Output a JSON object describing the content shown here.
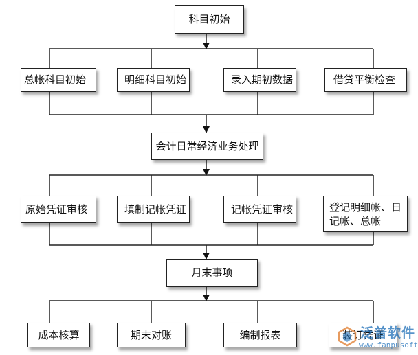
{
  "steps": {
    "start": "科目初始",
    "init_general": "总帐科目初始",
    "init_detail": "明细科目初始",
    "input_opening": "录入期初数据",
    "balance_check": "借贷平衡检查",
    "daily": "会计日常经济业务处理",
    "review_original": "原始凭证审核",
    "fill_voucher": "填制记帐凭证",
    "review_voucher": "记帐凭证审核",
    "register_books_line1": "登记明细帐、日",
    "register_books_line2": "记帐、总帐",
    "month_end": "月末事项",
    "cost_accounting": "成本核算",
    "reconcile": "期末对账",
    "prepare_reports": "编制报表",
    "bind_vouchers": "装订凭证"
  },
  "watermark": {
    "brand": "泛普软件",
    "url": "www.fanpusoft.com"
  }
}
